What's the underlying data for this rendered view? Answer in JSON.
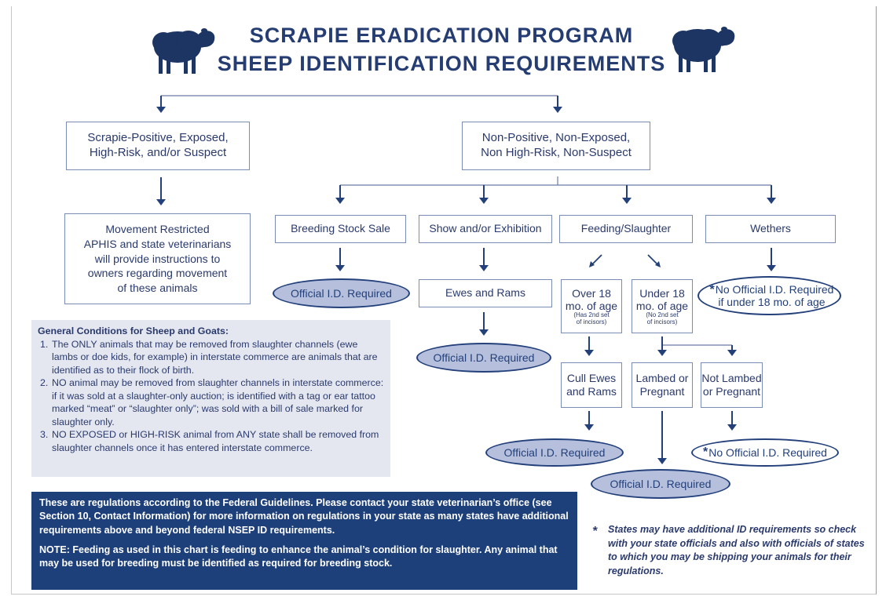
{
  "header": {
    "title_line1": "SCRAPIE ERADICATION PROGRAM",
    "title_line2": "SHEEP IDENTIFICATION REQUIREMENTS"
  },
  "colors": {
    "navy": "#23407b",
    "oval_fill": "#b6c0dd",
    "box_border": "#7a8cb5",
    "panel": "#e4e7f0"
  },
  "icons": {
    "left": "sheep-silhouette-icon",
    "right": "sheep-silhouette-icon",
    "asterisk": "asterisk-icon"
  },
  "branch_positive": {
    "title": "Scrapie-Positive, Exposed, High-Risk, and/or Suspect",
    "line1": "Scrapie-Positive, Exposed,",
    "line2": "High-Risk, and/or Suspect",
    "restricted_lines": [
      "Movement Restricted",
      "APHIS and state veterinarians",
      "will provide instructions to",
      "owners regarding movement",
      "of these animals"
    ]
  },
  "branch_negative": {
    "line1": "Non-Positive, Non-Exposed,",
    "line2": "Non High-Risk, Non-Suspect"
  },
  "categories": {
    "breeding": "Breeding Stock Sale",
    "show": "Show and/or Exhibition",
    "feeding": "Feeding/Slaughter",
    "wethers": "Wethers"
  },
  "nodes": {
    "ewes_rams": "Ewes and Rams",
    "over18_l1": "Over 18",
    "over18_l2": "mo. of age",
    "over18_note_l1": "(Has 2nd set",
    "over18_note_l2": "of incisors)",
    "under18_l1": "Under 18",
    "under18_l2": "mo. of age",
    "under18_note_l1": "(No 2nd set",
    "under18_note_l2": "of incisors)",
    "cull_l1": "Cull Ewes",
    "cull_l2": "and Rams",
    "lambed_l1": "Lambed or",
    "lambed_l2": "Pregnant",
    "notlambed_l1": "Not Lambed",
    "notlambed_l2": "or Pregnant"
  },
  "outcomes": {
    "official": "Official I.D. Required",
    "no_official": "No Official I.D. Required",
    "no_official_wethers_l1": "No Official I.D. Required",
    "no_official_wethers_l2": "if under 18 mo. of age"
  },
  "conditions": {
    "heading": "General Conditions for Sheep and Goats:",
    "items": [
      {
        "num": "1.",
        "text": "The ONLY animals that may be removed from slaughter channels (ewe lambs or doe kids, for example) in interstate commerce are animals that are identified as to their flock of birth."
      },
      {
        "num": "2.",
        "text": "NO animal may be removed from slaughter channels in interstate commerce: if it was sold at a slaughter-only auction;  is identified with a tag or ear tattoo marked “meat” or “slaughter only”; was sold with a bill of sale marked for slaughter only."
      },
      {
        "num": "3.",
        "text": "NO EXPOSED or HIGH-RISK animal from ANY state shall be removed from slaughter channels once it has entered interstate commerce."
      }
    ]
  },
  "notice": {
    "p1": "These are regulations according to the Federal Guidelines.  Please contact your state veterinarian’s office (see Section 10, Contact Information) for more information on regulations in your state as many states have additional requirements above and beyond federal NSEP ID requirements.",
    "p2": "NOTE: Feeding as used in this chart is feeding to enhance the animal’s condition for slaughter. Any animal that may be used for breeding must be identified as required for breeding stock."
  },
  "footnote": {
    "star": "*",
    "text": "States may have additional ID requirements so check with your state officials and also with officials of states to which you may be shipping your animals for their regulations."
  }
}
